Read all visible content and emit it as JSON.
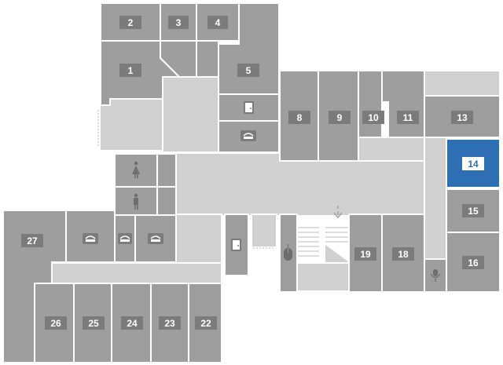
{
  "map": {
    "selected_room": "14",
    "colors": {
      "room": "#9e9e9e",
      "corridor": "#d0d0d0",
      "selected": "#2e6fb4",
      "label_bg": "#7b7b7b"
    },
    "rooms": {
      "r1": "1",
      "r2": "2",
      "r3": "3",
      "r4": "4",
      "r5": "5",
      "r8": "8",
      "r9": "9",
      "r10": "10",
      "r11": "11",
      "r13": "13",
      "r14": "14",
      "r15": "15",
      "r16": "16",
      "r18": "18",
      "r19": "19",
      "r22": "22",
      "r23": "23",
      "r24": "24",
      "r25": "25",
      "r26": "26",
      "r27": "27"
    },
    "amenities": {
      "door_icon": "door-icon",
      "printer_icon": "printer-icon",
      "female_restroom_icon": "female-restroom-icon",
      "male_restroom_icon": "male-restroom-icon",
      "mouse_icon": "mouse-icon",
      "microphone_icon": "microphone-icon",
      "down_arrow_icon": "down-arrow-icon"
    }
  }
}
